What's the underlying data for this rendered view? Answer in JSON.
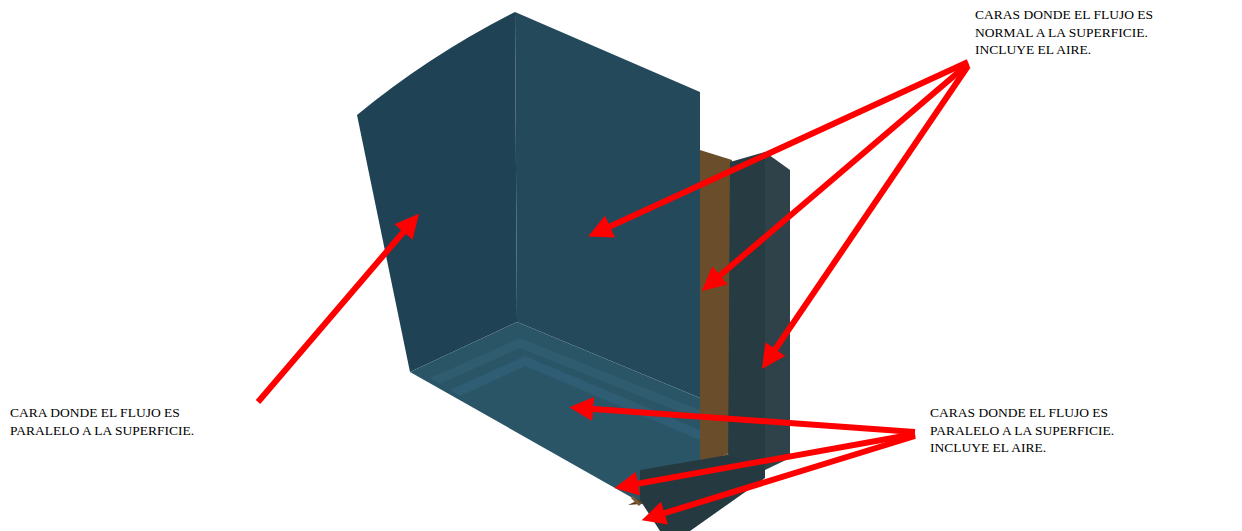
{
  "diagram": {
    "labels": [
      "CARAS DONDE EL FLUJO ES NORMAL A LA SUPERFICIE. INCLUYE EL AIRE.",
      "CARA DONDE EL FLUJO ES PARALELO A LA SUPERFICIE.",
      "CARAS DONDE EL FLUJO ES PARALELO A LA SUPERFICIE. INCLUYE EL AIRE."
    ]
  }
}
